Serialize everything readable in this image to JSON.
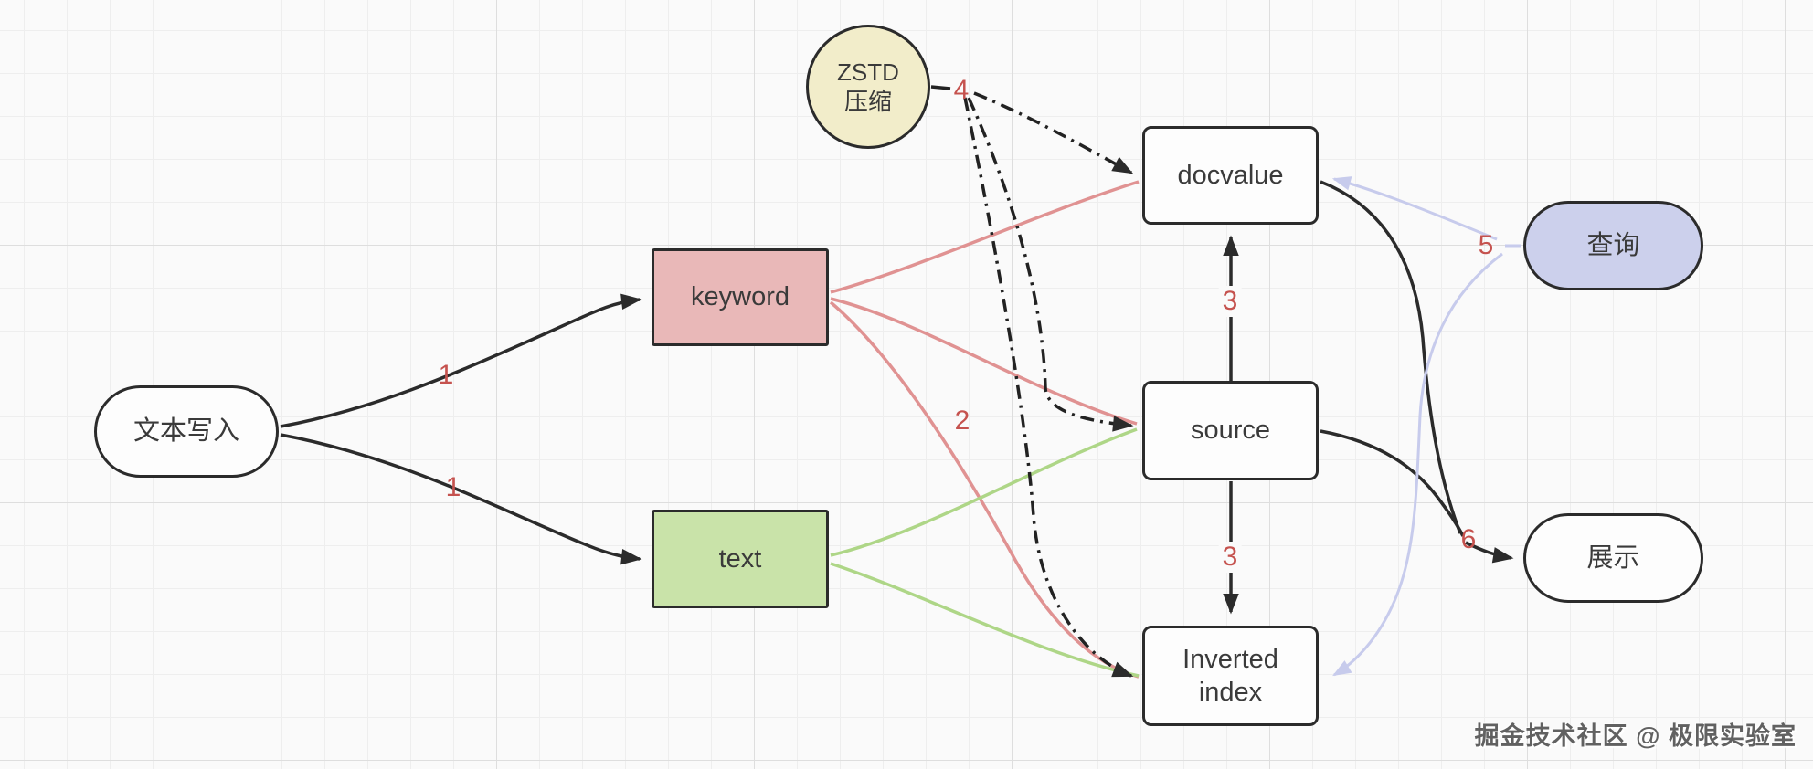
{
  "diagram": {
    "title": "text write / index / query flow diagram",
    "nodes": {
      "write": {
        "label": "文本写入"
      },
      "keyword": {
        "label": "keyword"
      },
      "text": {
        "label": "text"
      },
      "zstd": {
        "label": "ZSTD 压缩"
      },
      "docvalue": {
        "label": "docvalue"
      },
      "source": {
        "label": "source"
      },
      "inverted": {
        "label": "Inverted index"
      },
      "query": {
        "label": "查询"
      },
      "display": {
        "label": "展示"
      }
    },
    "edge_labels": {
      "write_keyword": "1",
      "write_text": "1",
      "keyword_fanout": "2",
      "source_docvalue": "3",
      "source_inverted": "3",
      "zstd_fanout": "4",
      "query_fanout": "5",
      "to_display": "6"
    },
    "colors": {
      "keyword_fill": "#e9b8b8",
      "text_fill": "#c9e3a9",
      "zstd_fill": "#f2edca",
      "query_fill": "#ccd0ec",
      "node_fill": "#fdfdfd",
      "node_border": "#2b2b2b",
      "line_black": "#2b2b2b",
      "line_pink": "#e09292",
      "line_green": "#aed687",
      "line_lavender": "#c7cbec",
      "label_red": "#c5524e"
    },
    "watermark": "掘金技术社区 @ 极限实验室"
  }
}
